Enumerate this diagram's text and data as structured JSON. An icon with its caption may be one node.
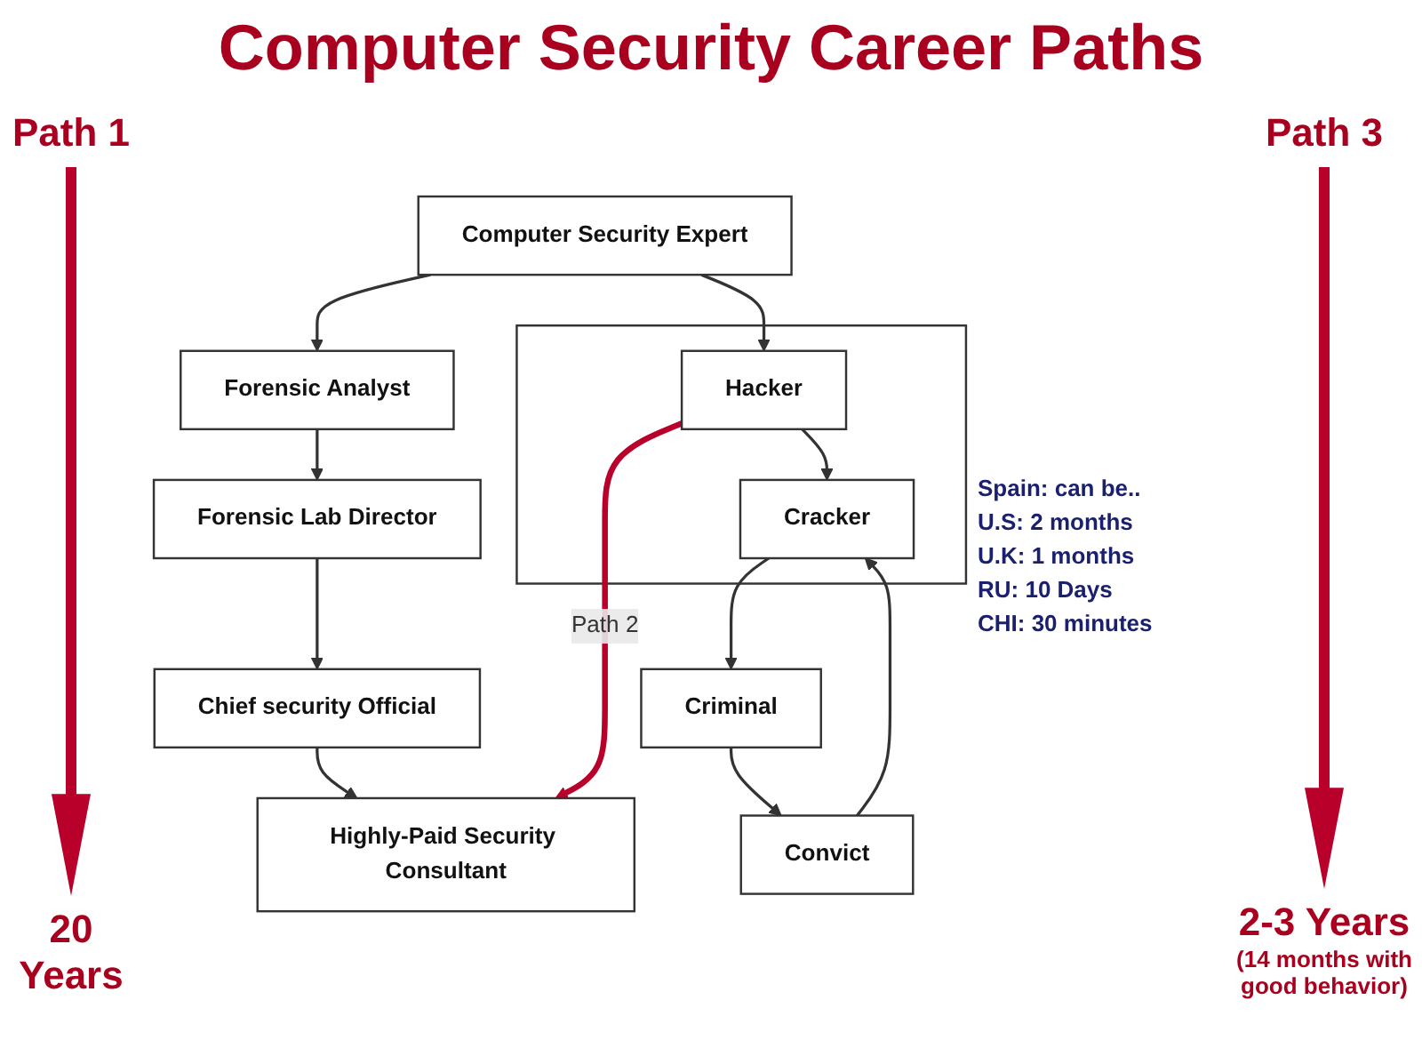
{
  "diagram": {
    "title": "Computer Security Career Paths",
    "nodes": [
      {
        "text": [
          "Computer Security Expert"
        ]
      },
      {
        "text": [
          "Forensic Analyst"
        ]
      },
      {
        "text": [],
        "shape": "box"
      },
      {
        "text": [
          "Hacker"
        ],
        "in": 2
      },
      {
        "text": [
          "Cracker"
        ],
        "in": 2
      },
      {
        "text": [
          "Forensic Lab Director"
        ]
      },
      {
        "text": [
          "Criminal"
        ]
      },
      {
        "text": [
          "Chief security Official"
        ]
      },
      {
        "text": [
          "Convict"
        ]
      },
      {
        "text": [
          "Highly-Paid Security Consultant"
        ]
      }
    ],
    "edges": [
      {
        "from": 0,
        "to": 1,
        "arrow": "to"
      },
      {
        "from": 0,
        "to": 3,
        "arrow": "to"
      },
      {
        "from": 3,
        "to": 4,
        "arrow": "to"
      },
      {
        "from": 1,
        "to": 5,
        "arrow": "to"
      },
      {
        "from": 4,
        "to": 6,
        "arrow": "to"
      },
      {
        "from": 5,
        "to": 7,
        "arrow": "to"
      },
      {
        "from": 6,
        "to": 8,
        "arrow": "to"
      },
      {
        "from": 8,
        "to": 4,
        "arrow": "to"
      },
      {
        "from": 7,
        "to": 9,
        "arrow": "to"
      },
      {
        "from": 3,
        "to": 9,
        "arrow": "to",
        "label": "Path 2",
        "style": "thick",
        "color": "#b8002a"
      }
    ],
    "labels": [
      "Path 1",
      "20 Years",
      "Path 3",
      "Spain: can be..",
      "U.S: 2 months",
      "U.K: 1 months",
      "RU: 10 Days",
      "CHI: 30 minutes",
      "2-3 Years",
      "(14 months with good behavior)"
    ]
  }
}
